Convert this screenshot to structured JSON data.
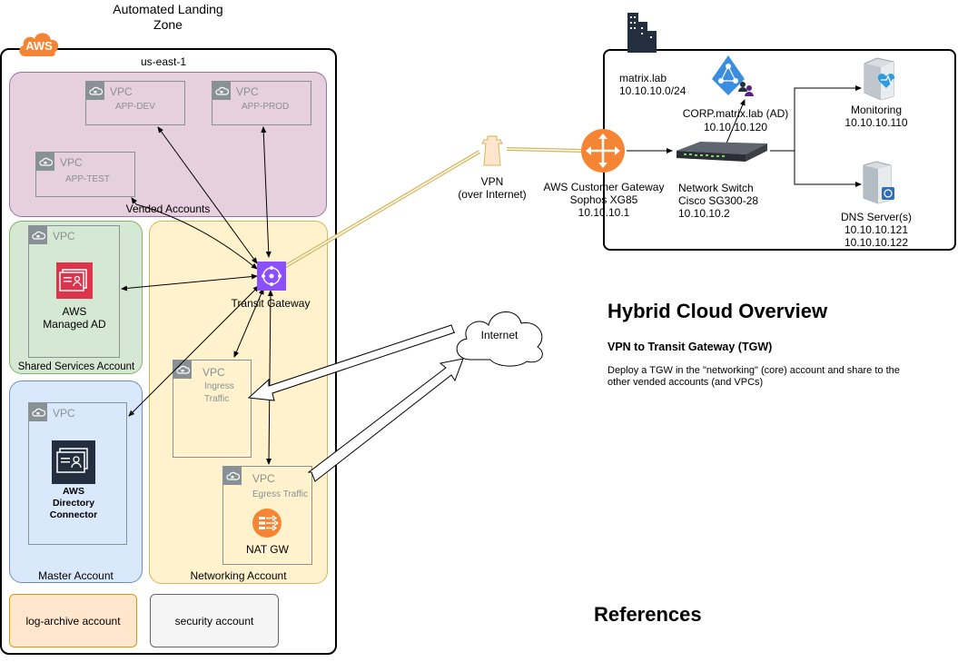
{
  "zone_title": [
    "Automated Landing",
    "Zone"
  ],
  "aws_badge": "AWS",
  "region": "us-east-1",
  "vended": {
    "label": "Vended Accounts",
    "vpcs": [
      {
        "tag": "VPC",
        "name": "APP-DEV"
      },
      {
        "tag": "VPC",
        "name": "APP-PROD"
      },
      {
        "tag": "VPC",
        "name": "APP-TEST"
      }
    ]
  },
  "shared_services": {
    "label": "Shared Services Account",
    "vpc_tag": "VPC",
    "service": [
      "AWS",
      "Managed AD"
    ]
  },
  "master": {
    "label": "Master Account",
    "vpc_tag": "VPC",
    "service": [
      "AWS",
      "Directory",
      "Connector"
    ]
  },
  "networking": {
    "label": "Networking Account",
    "ingress": {
      "tag": "VPC",
      "name": [
        "Ingress",
        "Traffic"
      ]
    },
    "egress": {
      "tag": "VPC",
      "name": "Egress Traffic",
      "nat": "NAT GW"
    }
  },
  "log_archive": "log-archive account",
  "security": "security account",
  "tgw": "Transit Gateway",
  "vpn": [
    "VPN",
    "(over Internet)"
  ],
  "internet": "Internet",
  "onprem": {
    "domain": "matrix.lab",
    "cidr": "10.10.10.0/24",
    "ad": [
      "CORP.matrix.lab (AD)",
      "10.10.10.120"
    ],
    "monitoring": [
      "Monitoring",
      "10.10.10.110"
    ],
    "cgw": [
      "AWS Customer Gateway",
      "Sophos XG85",
      "10.10.10.1"
    ],
    "switch": [
      "Network Switch",
      "Cisco SG300-28",
      "10.10.10.2"
    ],
    "dns": [
      "DNS Server(s)",
      "10.10.10.121",
      "10.10.10.122"
    ]
  },
  "overview": {
    "title": "Hybrid Cloud Overview",
    "subtitle": "VPN to Transit Gateway (TGW)",
    "desc": [
      "Deploy a TGW in the \"networking\" (core) account and share to the",
      "other vended accounts (and VPCs)"
    ],
    "references": "References"
  },
  "colors": {
    "vended_bg": "#e6d0de",
    "vended_border": "#9673a6",
    "shared_bg": "#d5e8d4",
    "shared_border": "#82b366",
    "master_bg": "#dae8fc",
    "master_border": "#6c8ebf",
    "net_bg": "#fff2cc",
    "net_border": "#d6b656",
    "log_bg": "#ffe6cc",
    "log_border": "#d79b00",
    "sec_bg": "#f5f5f5",
    "sec_border": "#666666",
    "vpc_grey": "#879196",
    "aws_orange": "#f58534",
    "tgw_purple": "#8c4fff",
    "ad_red": "#dd344c",
    "cgw_orange": "#f58534"
  }
}
